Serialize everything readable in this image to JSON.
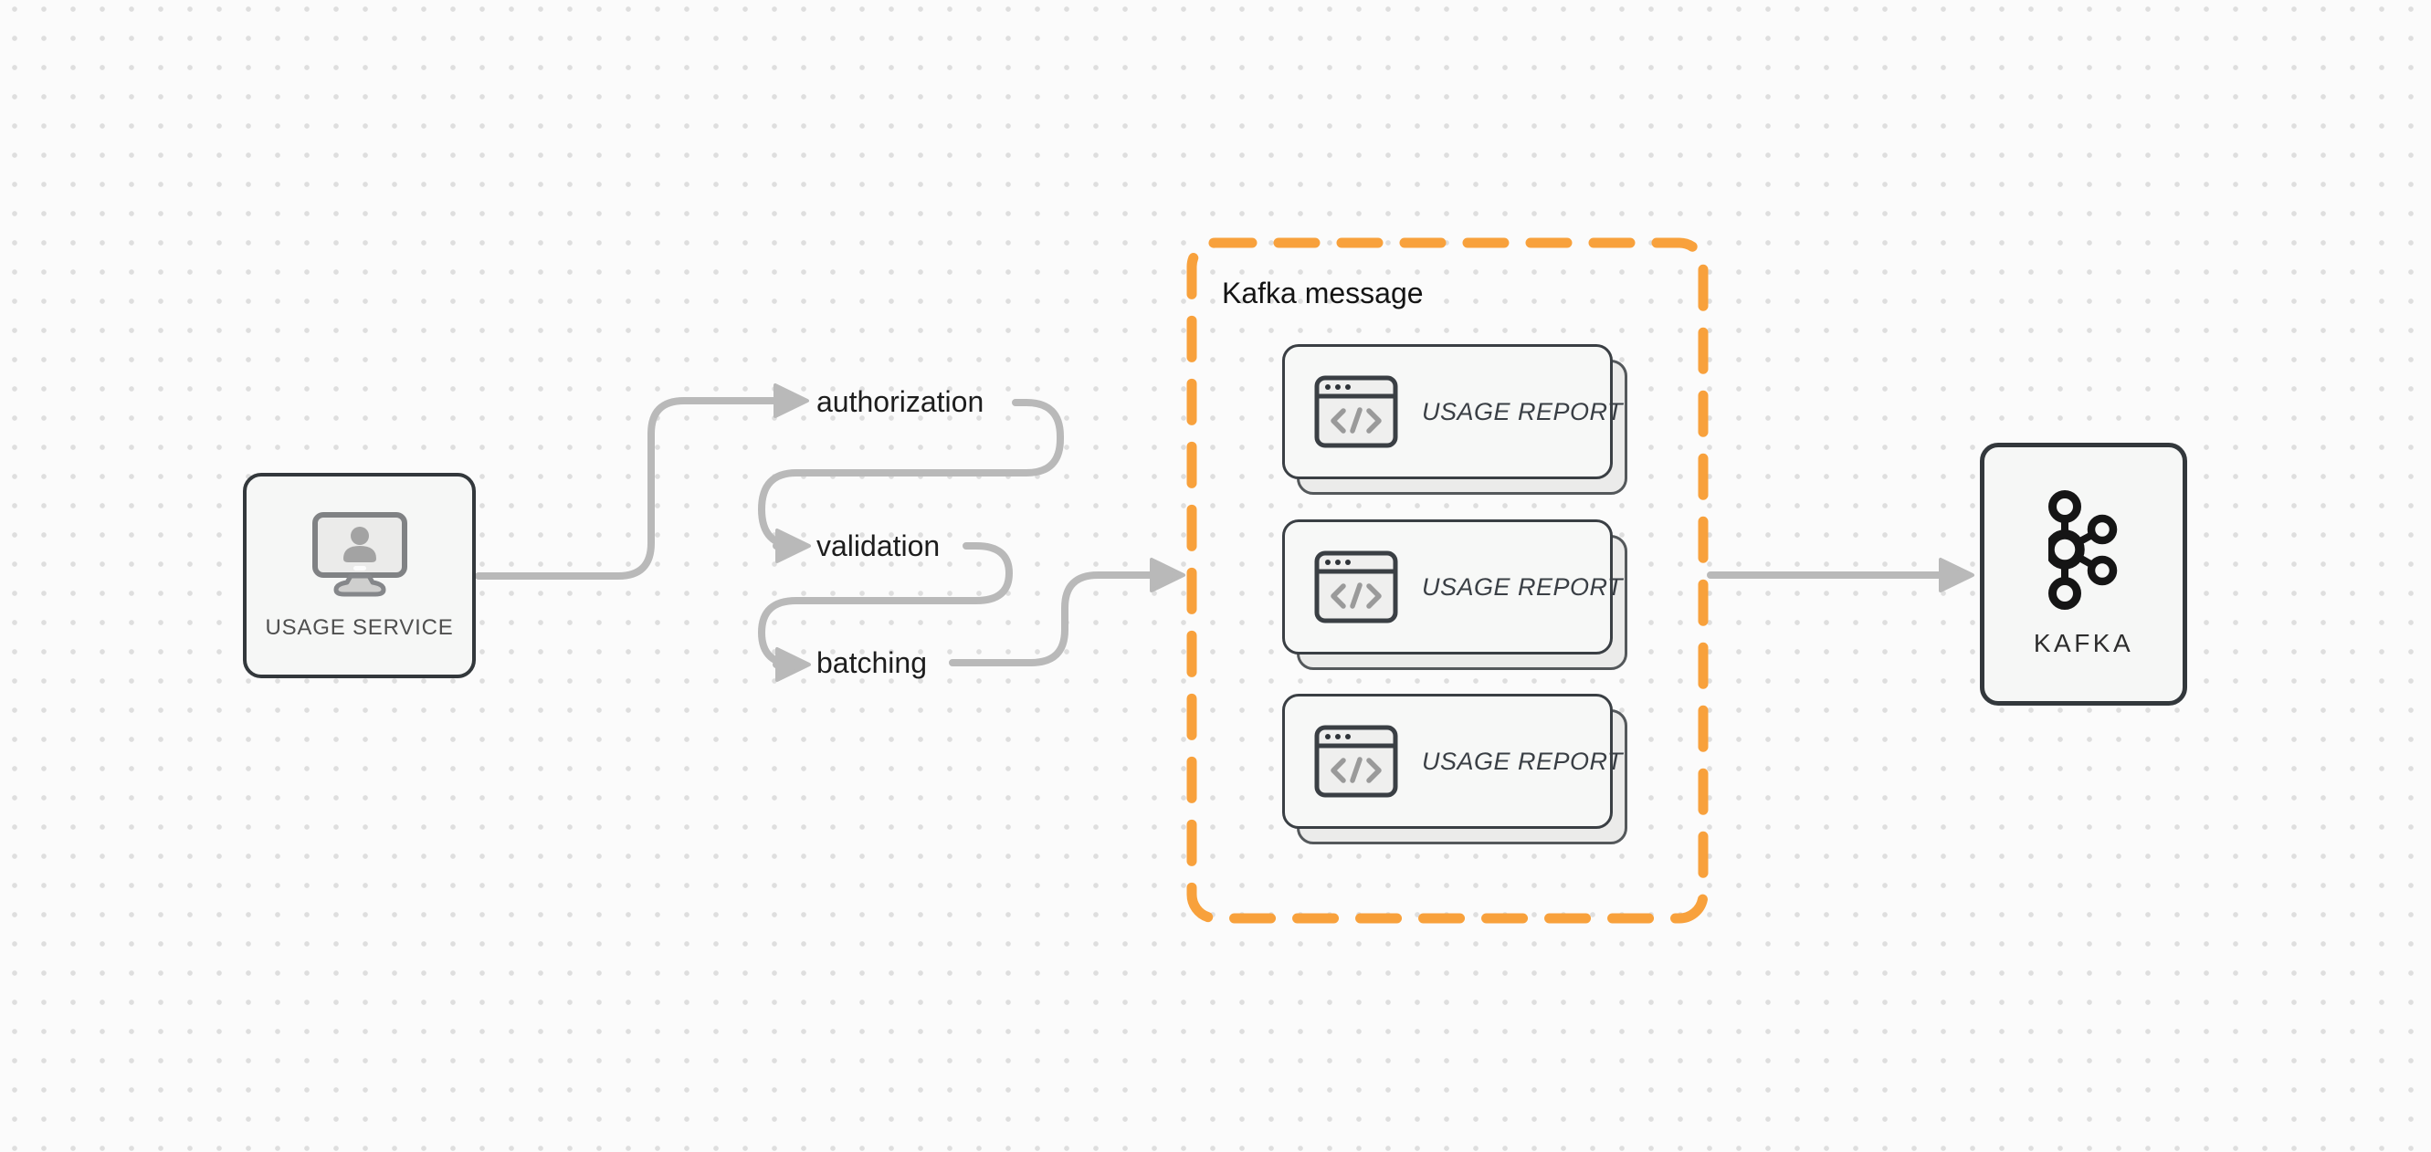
{
  "diagram": {
    "title": "Usage reporting pipeline to Kafka",
    "colors": {
      "background": "#fbfbfb",
      "dot_grid": "#dedede",
      "arrow_gray": "#b9b9b9",
      "node_border": "#33383c",
      "node_fill": "#f6f7f6",
      "group_border_orange": "#F8A13C",
      "step_text": "#1d1d1d"
    }
  },
  "usage_service": {
    "label": "USAGE SERVICE",
    "icon": "monitor-user-icon"
  },
  "pipeline_steps": [
    {
      "label": "authorization"
    },
    {
      "label": "validation"
    },
    {
      "label": "batching"
    }
  ],
  "kafka_message_group": {
    "title": "Kafka message",
    "cards": [
      {
        "label": "USAGE REPORT",
        "icon": "code-window-icon"
      },
      {
        "label": "USAGE REPORT",
        "icon": "code-window-icon"
      },
      {
        "label": "USAGE REPORT",
        "icon": "code-window-icon"
      }
    ]
  },
  "kafka": {
    "label": "KAFKA",
    "icon": "kafka-logo-icon"
  }
}
